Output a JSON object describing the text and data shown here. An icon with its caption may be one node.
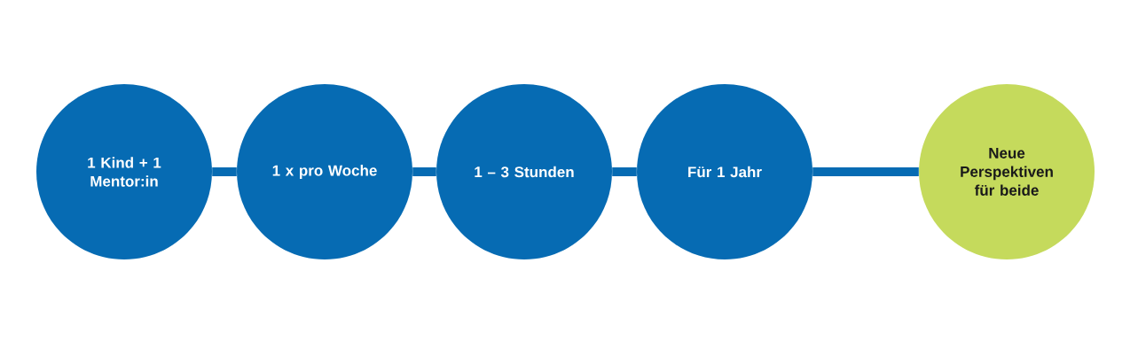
{
  "diagram": {
    "nodes": [
      {
        "text": [
          "1 Kind + 1 Mentor:in"
        ]
      },
      {
        "text": [
          "1 x pro Woche"
        ]
      },
      {
        "text": [
          "1 – 3 Stunden"
        ]
      },
      {
        "text": [
          "Für 1 Jahr"
        ]
      },
      {
        "text": [
          "Neue Perspektiven für beide"
        ]
      }
    ],
    "edges": [
      {
        "from": 0,
        "to": 1,
        "arrow": "none"
      },
      {
        "from": 1,
        "to": 2,
        "arrow": "none"
      },
      {
        "from": 2,
        "to": 3,
        "arrow": "none"
      },
      {
        "from": 3,
        "to": 4,
        "arrow": "none"
      }
    ]
  }
}
